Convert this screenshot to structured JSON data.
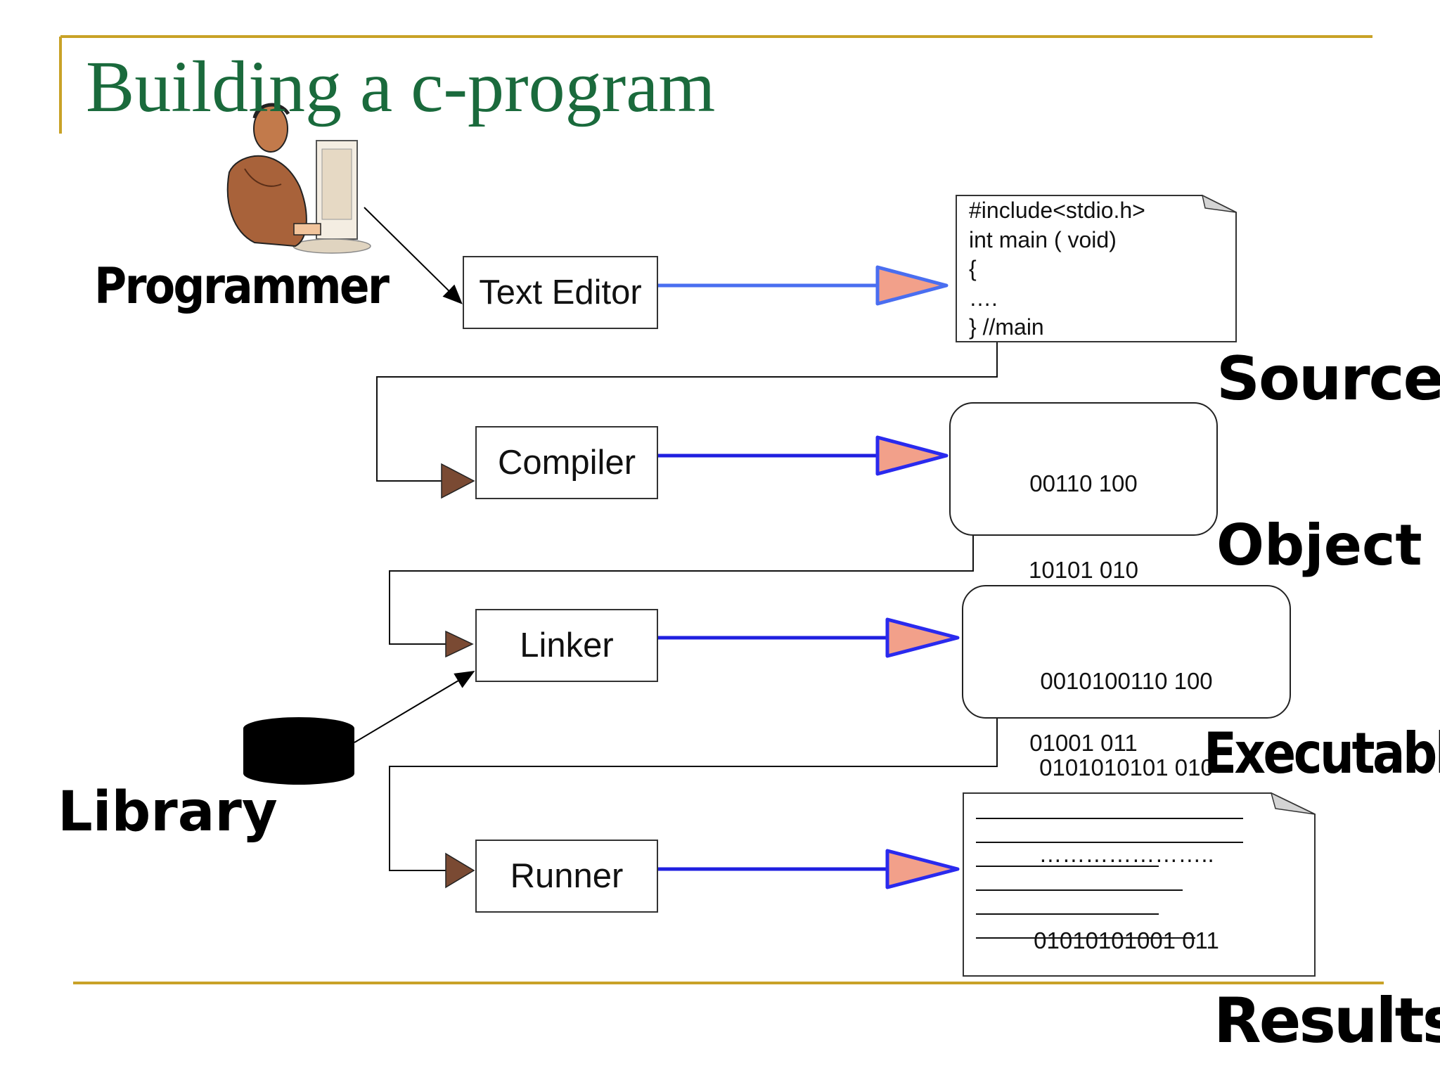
{
  "slide": {
    "title": "Building a c-program"
  },
  "actors": {
    "programmer_label": "Programmer",
    "library_label": "Library"
  },
  "stages": {
    "text_editor": "Text Editor",
    "compiler": "Compiler",
    "linker": "Linker",
    "runner": "Runner"
  },
  "artifacts": {
    "source": {
      "label": "Source",
      "code": "#include<stdio.h>\nint main ( void)\n{\n….\n} //main"
    },
    "object": {
      "label": "Object",
      "lines": [
        "00110 100",
        "10101 010",
        "…………..",
        "01001 011"
      ]
    },
    "executable": {
      "label": "Executable",
      "lines": [
        "0010100110 100",
        "0101010101 010",
        "…………………..",
        "01010101001 011"
      ]
    },
    "results": {
      "label": "Results"
    }
  },
  "colors": {
    "title": "#1a6a3c",
    "rule": "#c9a227",
    "flow_line": "#1f1fe0",
    "arrow_fill": "#f2a08a",
    "arrow_stroke": "#2a2aee",
    "brown_arrow": "#7a4a33"
  }
}
